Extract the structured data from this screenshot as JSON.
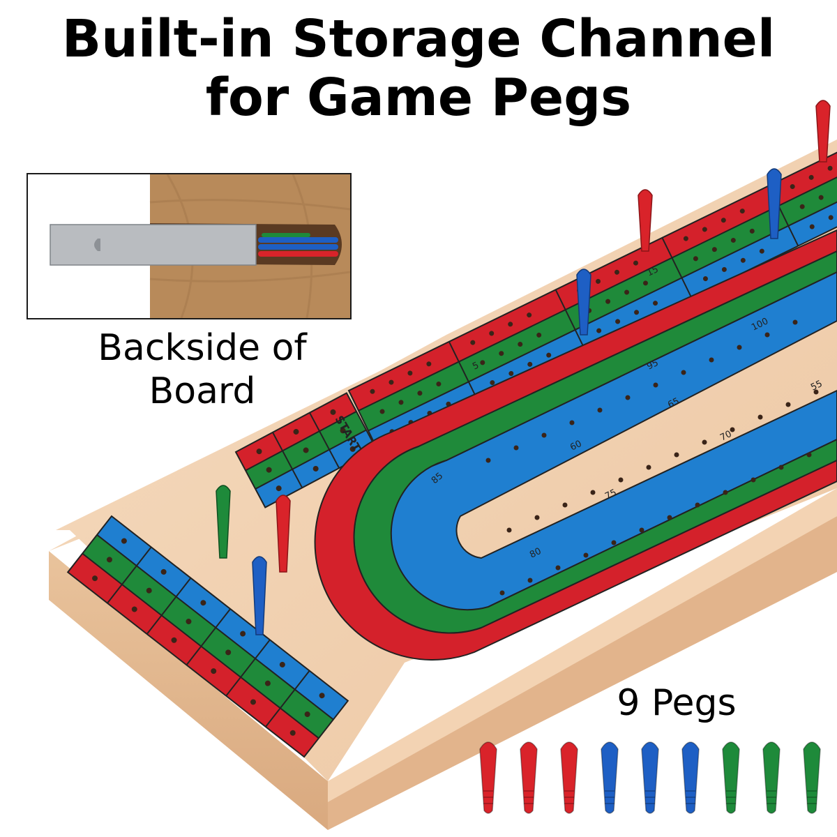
{
  "heading": {
    "line1": "Built-in Storage Channel",
    "line2": "for Game Pegs"
  },
  "inset": {
    "caption_line1": "Backside of",
    "caption_line2": "Board"
  },
  "board": {
    "start_label": "START",
    "track_numbers": [
      "5",
      "15",
      "55",
      "60",
      "65",
      "70",
      "75",
      "80",
      "85",
      "95",
      "100"
    ],
    "colors": {
      "red": "#d4212b",
      "green": "#1f8a3a",
      "blue": "#1f7fd0",
      "wood": "#f0cfae"
    }
  },
  "pegs": {
    "label": "9 Pegs",
    "colors": [
      "#d9232a",
      "#d9232a",
      "#d9232a",
      "#1e5fc4",
      "#1e5fc4",
      "#1e5fc4",
      "#1e8a3a",
      "#1e8a3a",
      "#1e8a3a"
    ]
  }
}
